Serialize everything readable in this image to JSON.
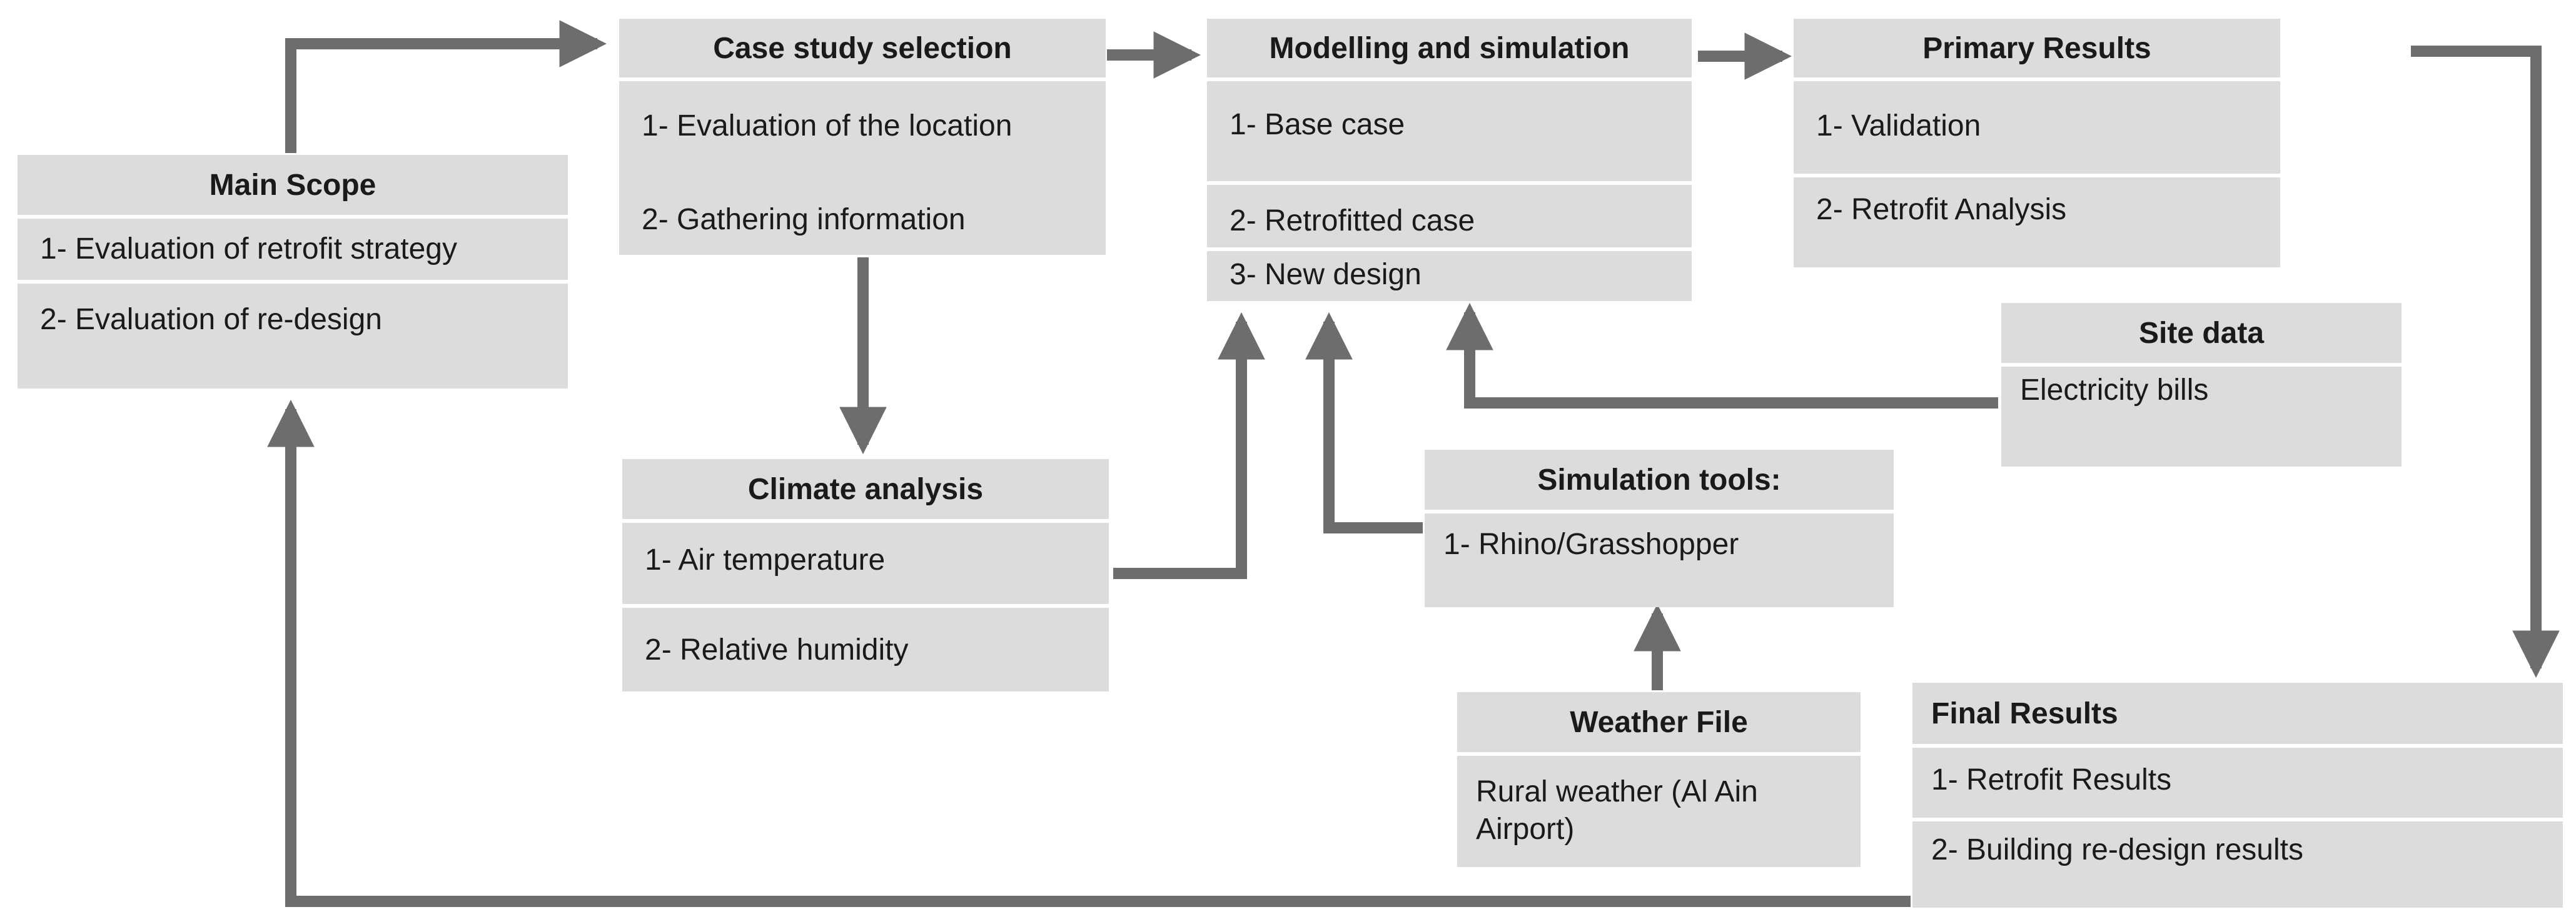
{
  "main_scope": {
    "title": "Main Scope",
    "items": [
      "1- Evaluation of retrofit strategy",
      "2- Evaluation of re-design"
    ]
  },
  "case_study": {
    "title": "Case study selection",
    "items": [
      "1- Evaluation of the location",
      "2- Gathering information"
    ]
  },
  "modelling": {
    "title": "Modelling and simulation",
    "items": [
      "1- Base case",
      "2- Retrofitted case",
      "3- New design"
    ]
  },
  "primary_results": {
    "title": "Primary Results",
    "items": [
      "1- Validation",
      "2- Retrofit Analysis"
    ]
  },
  "climate": {
    "title": "Climate analysis",
    "items": [
      "1- Air temperature",
      "2- Relative humidity"
    ]
  },
  "site_data": {
    "title": "Site data",
    "items": [
      "Electricity bills"
    ]
  },
  "simulation_tools": {
    "title": "Simulation tools:",
    "items": [
      "1- Rhino/Grasshopper"
    ]
  },
  "weather_file": {
    "title": "Weather File",
    "items": [
      "Rural weather (Al Ain",
      "Airport)"
    ]
  },
  "final_results": {
    "title": "Final Results",
    "items": [
      "1- Retrofit Results",
      "2- Building re-design results"
    ]
  },
  "colors": {
    "box": "#dcdcdc",
    "arrow": "#6d6d6d",
    "background": "#ffffff"
  }
}
